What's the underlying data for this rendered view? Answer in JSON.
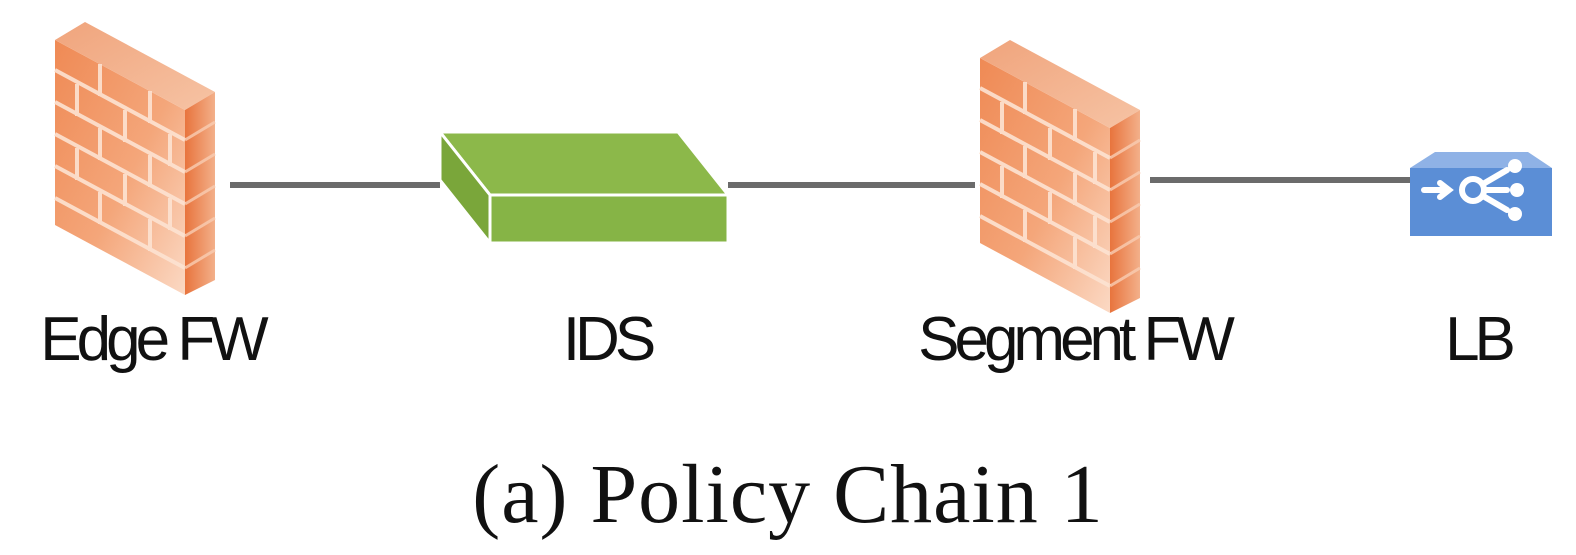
{
  "nodes": [
    {
      "id": "edge-fw",
      "label": "Edge FW",
      "icon": "firewall-icon"
    },
    {
      "id": "ids",
      "label": "IDS",
      "icon": "ids-appliance-icon"
    },
    {
      "id": "segment-fw",
      "label": "Segment FW",
      "icon": "firewall-icon"
    },
    {
      "id": "lb",
      "label": "LB",
      "icon": "load-balancer-icon"
    }
  ],
  "caption": "(a) Policy Chain 1",
  "colors": {
    "firewall": "#ea7a45",
    "ids": "#8cb84a",
    "load_balancer": "#5b8ed6",
    "link": "#6b6b6b"
  }
}
